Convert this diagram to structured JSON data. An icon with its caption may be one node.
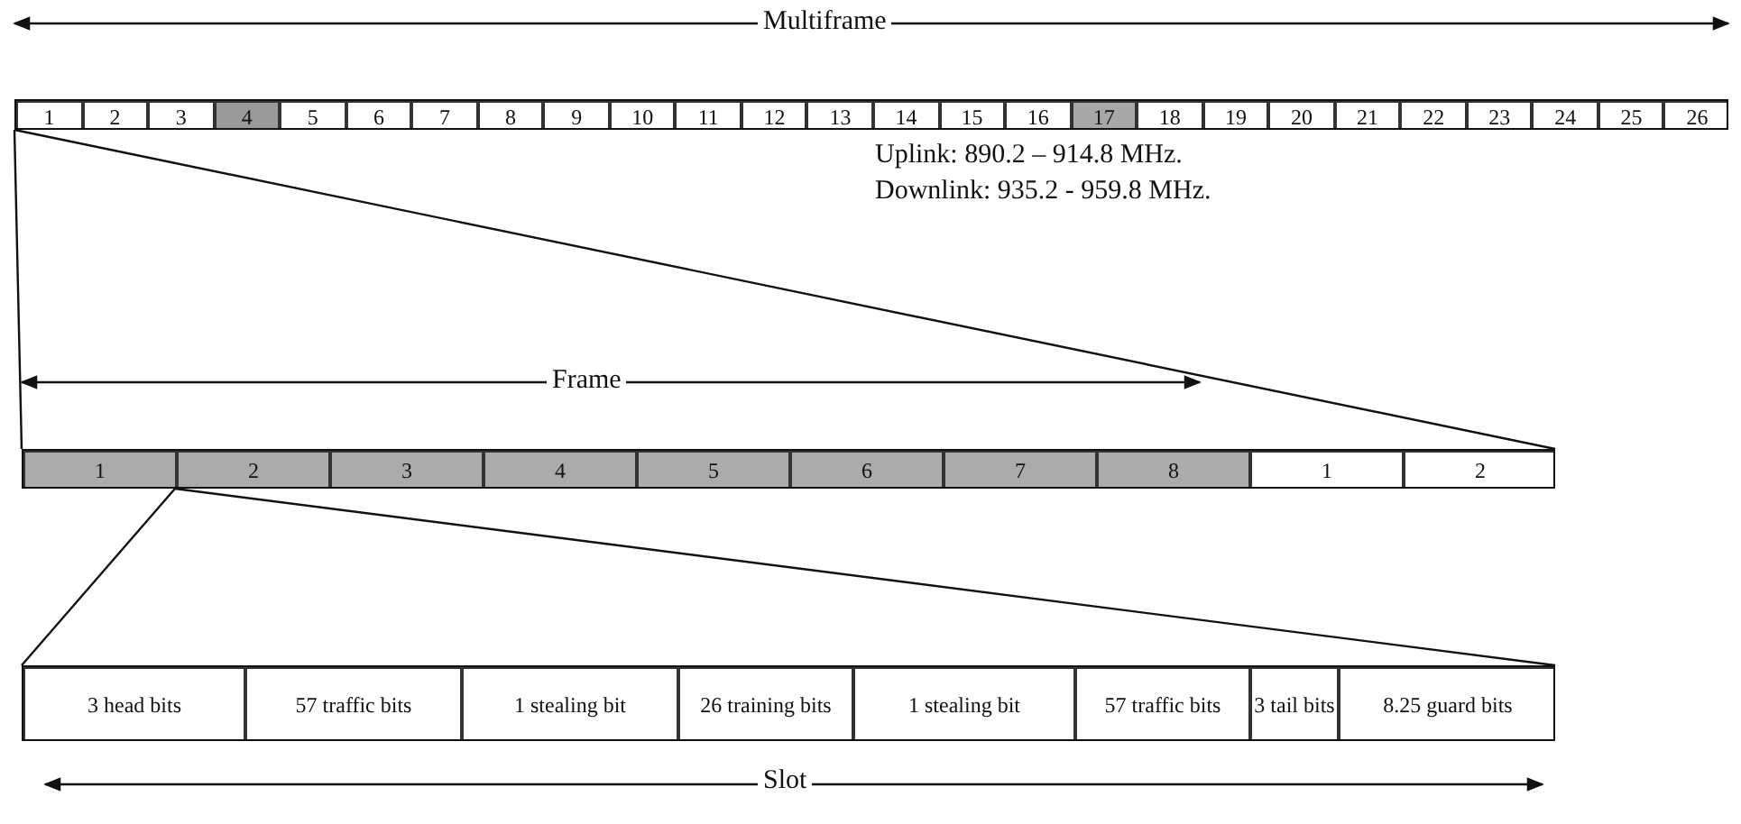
{
  "diagram": {
    "nodes": [
      {
        "text": [],
        "shape": "bar"
      },
      {
        "text": [
          "1"
        ],
        "in": 0
      },
      {
        "text": [
          "2"
        ],
        "in": 0
      },
      {
        "text": [
          "3"
        ],
        "in": 0
      },
      {
        "text": [
          "4"
        ],
        "in": 0
      },
      {
        "text": [
          "5"
        ],
        "in": 0
      },
      {
        "text": [
          "6"
        ],
        "in": 0
      },
      {
        "text": [
          "7"
        ],
        "in": 0
      },
      {
        "text": [
          "8"
        ],
        "in": 0
      },
      {
        "text": [
          "9"
        ],
        "in": 0
      },
      {
        "text": [
          "10"
        ],
        "in": 0
      },
      {
        "text": [
          "11"
        ],
        "in": 0
      },
      {
        "text": [
          "12"
        ],
        "in": 0
      },
      {
        "text": [
          "13"
        ],
        "in": 0
      },
      {
        "text": [
          "14"
        ],
        "in": 0
      },
      {
        "text": [
          "15"
        ],
        "in": 0
      },
      {
        "text": [
          "16"
        ],
        "in": 0
      },
      {
        "text": [
          "17"
        ],
        "in": 0
      },
      {
        "text": [
          "18"
        ],
        "in": 0
      },
      {
        "text": [
          "19"
        ],
        "in": 0
      },
      {
        "text": [
          "20"
        ],
        "in": 0
      },
      {
        "text": [
          "21"
        ],
        "in": 0
      },
      {
        "text": [
          "22"
        ],
        "in": 0
      },
      {
        "text": [
          "23"
        ],
        "in": 0
      },
      {
        "text": [
          "24"
        ],
        "in": 0
      },
      {
        "text": [
          "25"
        ],
        "in": 0
      },
      {
        "text": [
          "26"
        ],
        "in": 0
      },
      {
        "text": [],
        "shape": "bar"
      },
      {
        "text": [
          "1"
        ],
        "in": 27
      },
      {
        "text": [
          "2"
        ],
        "in": 27
      },
      {
        "text": [
          "3"
        ],
        "in": 27
      },
      {
        "text": [
          "4"
        ],
        "in": 27
      },
      {
        "text": [
          "5"
        ],
        "in": 27
      },
      {
        "text": [
          "6"
        ],
        "in": 27
      },
      {
        "text": [
          "7"
        ],
        "in": 27
      },
      {
        "text": [
          "8"
        ],
        "in": 27
      },
      {
        "text": [
          "1"
        ],
        "in": 27
      },
      {
        "text": [
          "2"
        ],
        "in": 27
      },
      {
        "text": [],
        "shape": "bar"
      },
      {
        "text": [
          "3 head bits"
        ],
        "in": 38
      },
      {
        "text": [
          "57 traffic bits"
        ],
        "in": 38
      },
      {
        "text": [
          "1 stealing bit"
        ],
        "in": 38
      },
      {
        "text": [
          "26 training bits"
        ],
        "in": 38
      },
      {
        "text": [
          "1 stealing bit"
        ],
        "in": 38
      },
      {
        "text": [
          "57 traffic bits"
        ],
        "in": 38
      },
      {
        "text": [
          "3 tail bits"
        ],
        "in": 38
      },
      {
        "text": [
          "8.25 guard bits"
        ],
        "in": 38
      }
    ],
    "edges": [
      {
        "from": 1,
        "to": 27,
        "arrow": "none"
      },
      {
        "from": 1,
        "to": 27,
        "arrow": "none"
      },
      {
        "from": 29,
        "to": 38,
        "arrow": "none"
      },
      {
        "from": 29,
        "to": 38,
        "arrow": "none"
      }
    ],
    "labels": [
      "Multiframe",
      "Uplink: 890.2 – 914.8 MHz.",
      "Downlink: 935.2 - 959.8 MHz.",
      "Frame",
      "Slot"
    ]
  }
}
